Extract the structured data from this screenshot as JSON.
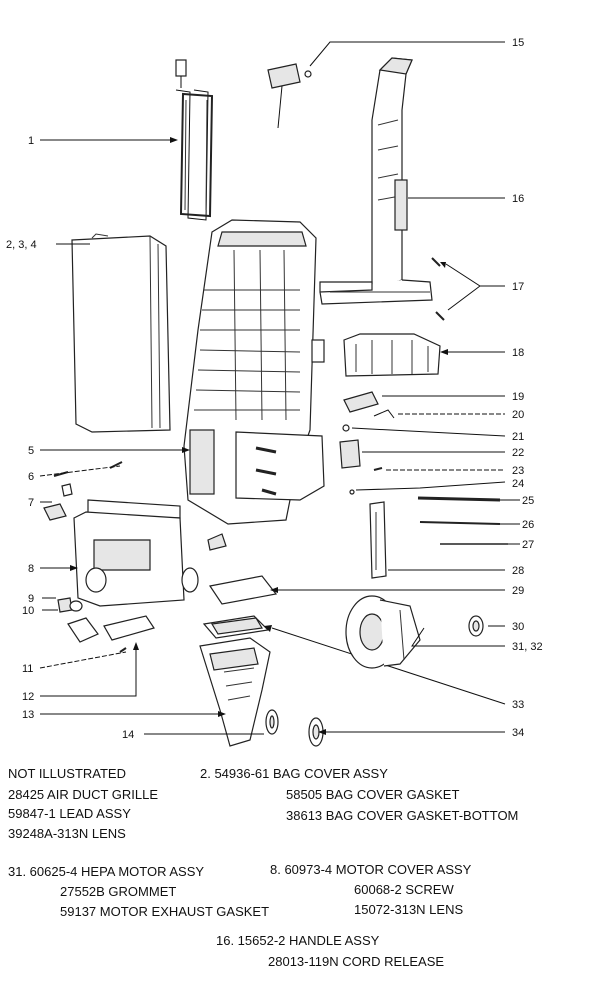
{
  "callouts": {
    "c1": "1",
    "c234": "2, 3, 4",
    "c5": "5",
    "c6": "6",
    "c7": "7",
    "c8": "8",
    "c9": "9",
    "c10": "10",
    "c11": "11",
    "c12": "12",
    "c13": "13",
    "c14": "14",
    "c15": "15",
    "c16": "16",
    "c17": "17",
    "c18": "18",
    "c19": "19",
    "c20": "20",
    "c21": "21",
    "c22": "22",
    "c23": "23",
    "c24": "24",
    "c25": "25",
    "c26": "26",
    "c27": "27",
    "c28": "28",
    "c29": "29",
    "c30": "30",
    "c3132": "31, 32",
    "c33": "33",
    "c34": "34"
  },
  "notes": {
    "not_illustrated": {
      "heading": "NOT ILLUSTRATED",
      "items": [
        "28425 AIR DUCT GRILLE",
        "59847-1 LEAD ASSY",
        "39248A-313N LENS"
      ]
    },
    "bag_cover": {
      "heading": "2. 54936-61 BAG COVER ASSY",
      "items": [
        "58505 BAG COVER GASKET",
        "38613 BAG COVER GASKET-BOTTOM"
      ]
    },
    "hepa_motor": {
      "heading": "31. 60625-4 HEPA MOTOR ASSY",
      "items": [
        "27552B GROMMET",
        "59137 MOTOR EXHAUST GASKET"
      ]
    },
    "motor_cover": {
      "heading": "8. 60973-4 MOTOR COVER ASSY",
      "items": [
        "60068-2 SCREW",
        "15072-313N LENS"
      ]
    },
    "handle": {
      "heading": "16. 15652-2 HANDLE ASSY",
      "items": [
        "28013-119N CORD RELEASE"
      ]
    }
  }
}
